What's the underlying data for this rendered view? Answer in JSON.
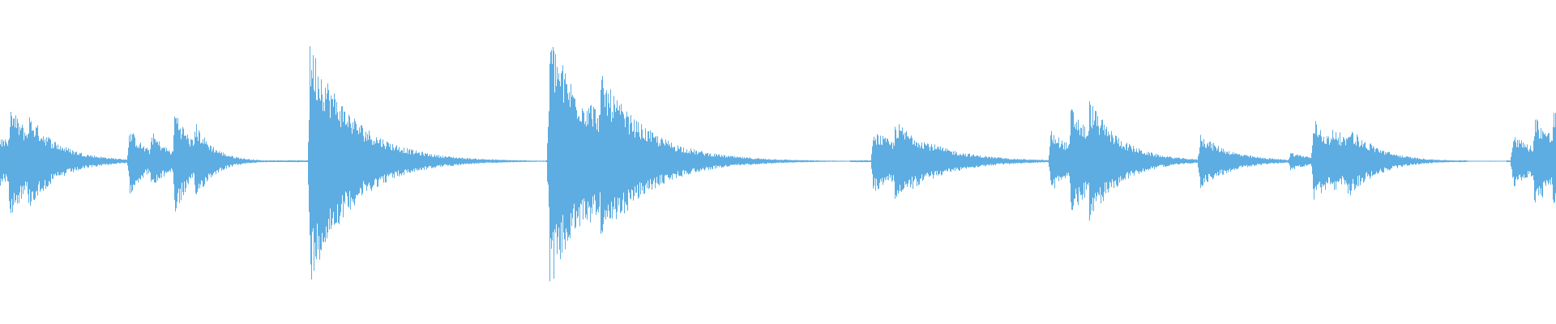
{
  "waveform": {
    "color": "#5DADE2",
    "background": "#ffffff",
    "baseline_amplitude": 0.006,
    "bursts": [
      {
        "time": 0.0,
        "peaks": [
          {
            "offset": 0.0,
            "amp": 0.16
          },
          {
            "offset": 0.006,
            "amp": 0.36
          },
          {
            "offset": 0.018,
            "amp": 0.31
          }
        ],
        "decay": 0.02
      },
      {
        "time": 0.083,
        "peaks": [
          {
            "offset": 0.0,
            "amp": 0.22
          },
          {
            "offset": 0.014,
            "amp": 0.2
          },
          {
            "offset": 0.029,
            "amp": 0.36
          },
          {
            "offset": 0.042,
            "amp": 0.26
          }
        ],
        "decay": 0.012
      },
      {
        "time": 0.199,
        "peaks": [
          {
            "offset": 0.0,
            "amp": 0.78
          },
          {
            "offset": 0.006,
            "amp": 0.48
          },
          {
            "offset": 0.012,
            "amp": 0.38
          },
          {
            "offset": 0.022,
            "amp": 0.14
          }
        ],
        "decay": 0.028
      },
      {
        "time": 0.353,
        "peaks": [
          {
            "offset": 0.0,
            "amp": 0.82
          },
          {
            "offset": 0.008,
            "amp": 0.54
          },
          {
            "offset": 0.016,
            "amp": 0.44
          },
          {
            "offset": 0.024,
            "amp": 0.42
          },
          {
            "offset": 0.033,
            "amp": 0.56
          },
          {
            "offset": 0.044,
            "amp": 0.12
          }
        ],
        "decay": 0.03
      },
      {
        "time": 0.561,
        "peaks": [
          {
            "offset": 0.0,
            "amp": 0.2
          },
          {
            "offset": 0.014,
            "amp": 0.26
          },
          {
            "offset": 0.025,
            "amp": 0.18
          }
        ],
        "decay": 0.028
      },
      {
        "time": 0.675,
        "peaks": [
          {
            "offset": 0.0,
            "amp": 0.2
          },
          {
            "offset": 0.013,
            "amp": 0.36
          },
          {
            "offset": 0.025,
            "amp": 0.4
          },
          {
            "offset": 0.034,
            "amp": 0.14
          }
        ],
        "decay": 0.02
      },
      {
        "time": 0.771,
        "peaks": [
          {
            "offset": 0.0,
            "amp": 0.18
          },
          {
            "offset": 0.01,
            "amp": 0.1
          }
        ],
        "decay": 0.02
      },
      {
        "time": 0.829,
        "peaks": [
          {
            "offset": 0.0,
            "amp": 0.06
          },
          {
            "offset": 0.015,
            "amp": 0.28
          },
          {
            "offset": 0.027,
            "amp": 0.24
          },
          {
            "offset": 0.037,
            "amp": 0.24
          },
          {
            "offset": 0.051,
            "amp": 0.12
          }
        ],
        "decay": 0.018
      },
      {
        "time": 0.972,
        "peaks": [
          {
            "offset": 0.0,
            "amp": 0.18
          },
          {
            "offset": 0.014,
            "amp": 0.3
          },
          {
            "offset": 0.026,
            "amp": 0.34
          }
        ],
        "decay": 0.02
      }
    ],
    "gaps": [
      [
        0.058,
        0.072
      ],
      [
        0.235,
        0.35
      ],
      [
        0.42,
        0.546
      ],
      [
        0.651,
        0.668
      ],
      [
        0.942,
        0.968
      ]
    ]
  }
}
